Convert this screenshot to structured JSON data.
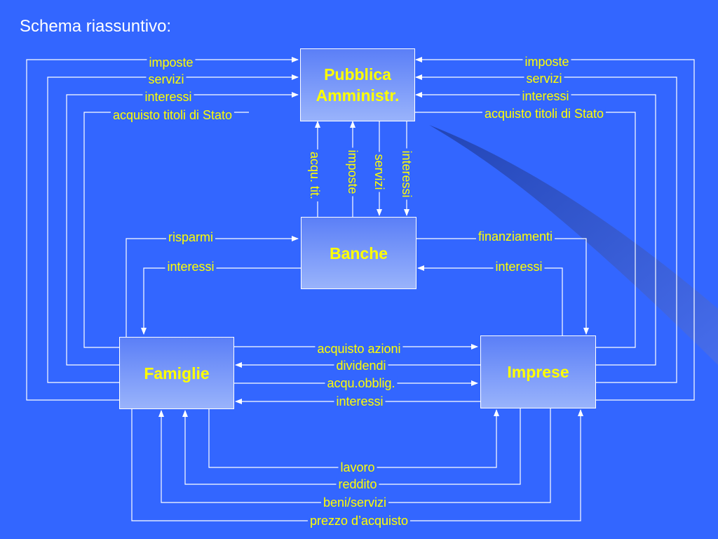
{
  "title": "Schema riassuntivo:",
  "nodes": {
    "pa": "Pubblica Amministr.",
    "banche": "Banche",
    "famiglie": "Famiglie",
    "imprese": "Imprese"
  },
  "flows": {
    "pa_left": [
      "imposte",
      "servizi",
      "interessi",
      "acquisto titoli di Stato"
    ],
    "pa_right": [
      "imposte",
      "servizi",
      "interessi",
      "acquisto titoli di Stato"
    ],
    "pa_banche": [
      "acqu. tit.",
      "imposte",
      "servizi",
      "interessi"
    ],
    "banche_left": [
      "risparmi",
      "interessi"
    ],
    "banche_right": [
      "finanziamenti",
      "interessi"
    ],
    "fam_imp": [
      "acquisto azioni",
      "dividendi",
      "acqu.obblig.",
      "interessi"
    ],
    "bottom": [
      "lavoro",
      "reddito",
      "beni/servizi",
      "prezzo d’acquisto"
    ]
  },
  "colors": {
    "background": "#3366ff",
    "label": "#ffff00",
    "line": "#ffffff"
  }
}
